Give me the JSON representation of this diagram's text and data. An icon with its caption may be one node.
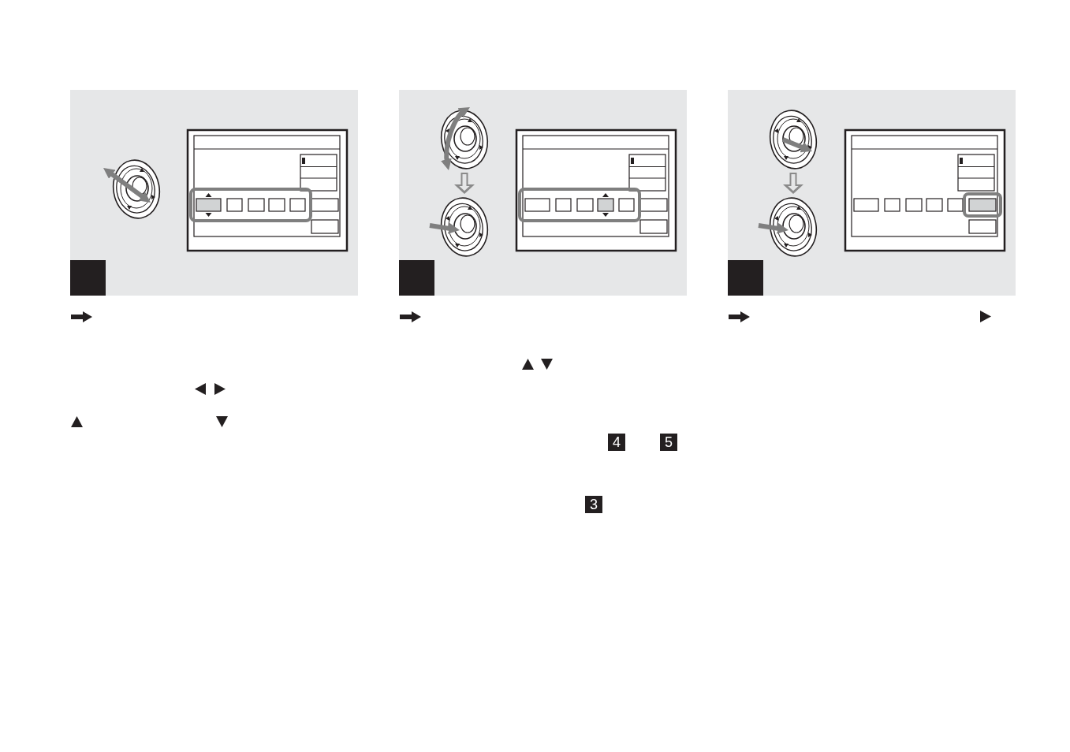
{
  "diagram": {
    "nodes": [
      {
        "text": [],
        "shape": "picture"
      },
      {
        "text": [],
        "shape": "picture"
      },
      {
        "text": [],
        "shape": "picture"
      },
      {
        "text": [],
        "shape": "picture"
      },
      {
        "text": [],
        "shape": "picture"
      }
    ],
    "edges": [
      {
        "from": 1,
        "to": 2,
        "arrow": "to"
      },
      {
        "from": 3,
        "to": 4,
        "arrow": "to"
      }
    ],
    "labels": [
      "4",
      "5",
      "3"
    ]
  }
}
